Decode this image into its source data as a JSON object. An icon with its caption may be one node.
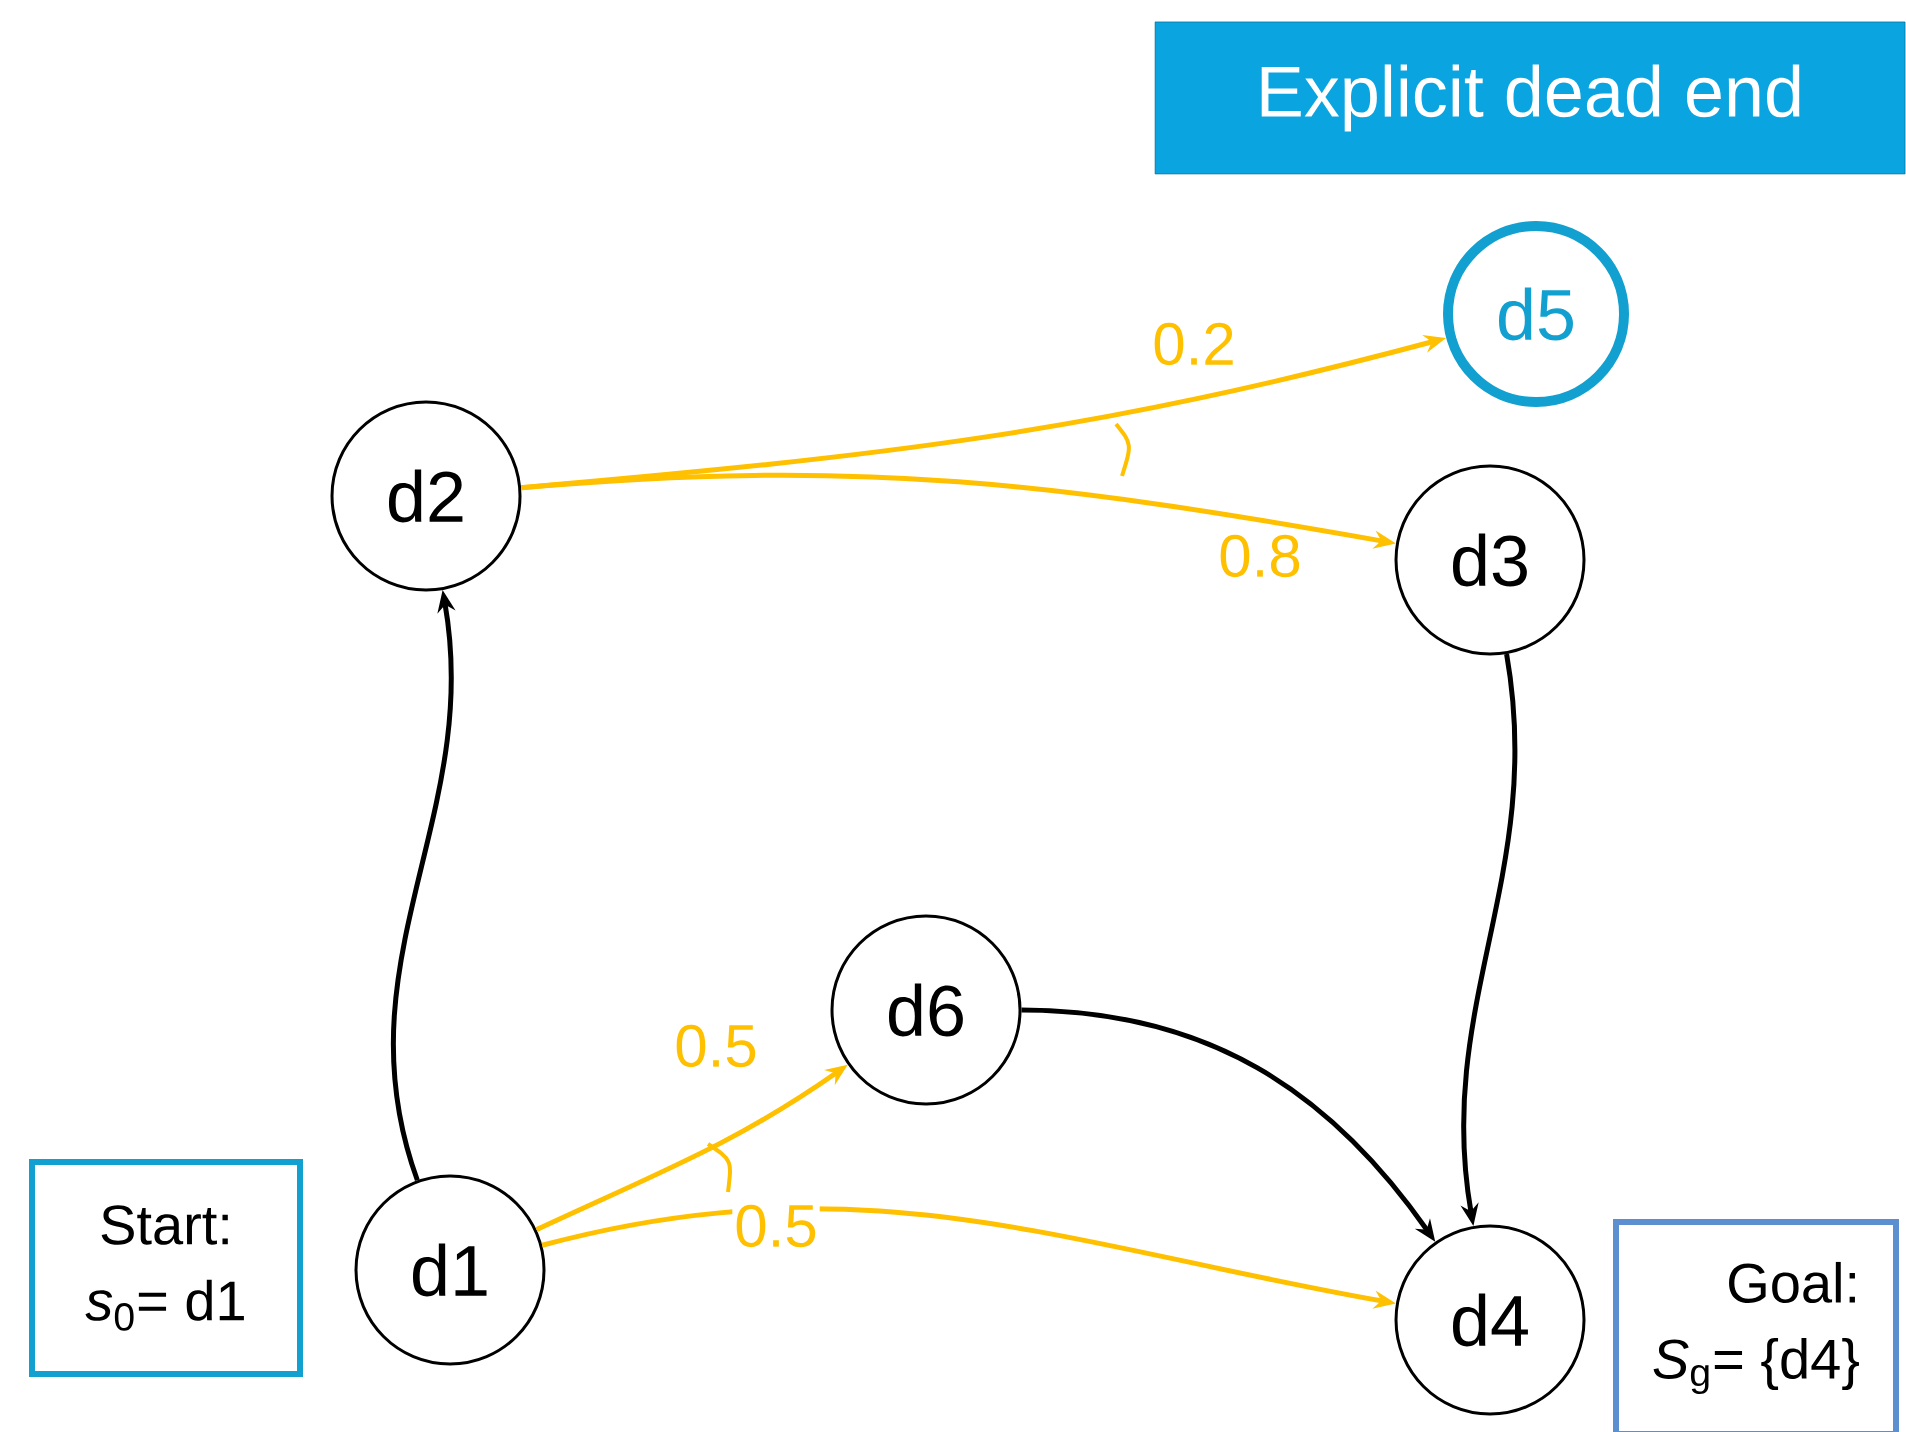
{
  "diagram": {
    "nodes": [
      {
        "text": [
          "Explicit dead end"
        ]
      },
      {
        "text": [
          "d5"
        ]
      },
      {
        "text": [
          "d2"
        ]
      },
      {
        "text": [
          "d3"
        ]
      },
      {
        "text": [
          "d6"
        ]
      },
      {
        "text": [
          "Start:",
          "*s*$_{0}$= d1"
        ]
      },
      {
        "text": [
          "d1"
        ]
      },
      {
        "text": [
          "d4"
        ]
      },
      {
        "text": [
          "Goal:",
          "*S*$_{g}$= {d4}"
        ]
      }
    ],
    "edges": [
      {
        "from": 2,
        "to": 1,
        "arrow": "to",
        "label": "0.2"
      },
      {
        "from": 2,
        "to": 3,
        "arrow": "to",
        "label": "0.8"
      },
      {
        "from": 6,
        "to": 2,
        "arrow": "to",
        "color": "#000000"
      },
      {
        "from": 3,
        "to": 7,
        "arrow": "to",
        "color": "#000000"
      },
      {
        "from": 4,
        "to": 7,
        "arrow": "to",
        "color": "#000000"
      },
      {
        "from": 6,
        "to": 4,
        "arrow": "to",
        "label": "0.5"
      },
      {
        "from": 6,
        "to": 7,
        "arrow": "to",
        "label": "0.5"
      }
    ]
  }
}
